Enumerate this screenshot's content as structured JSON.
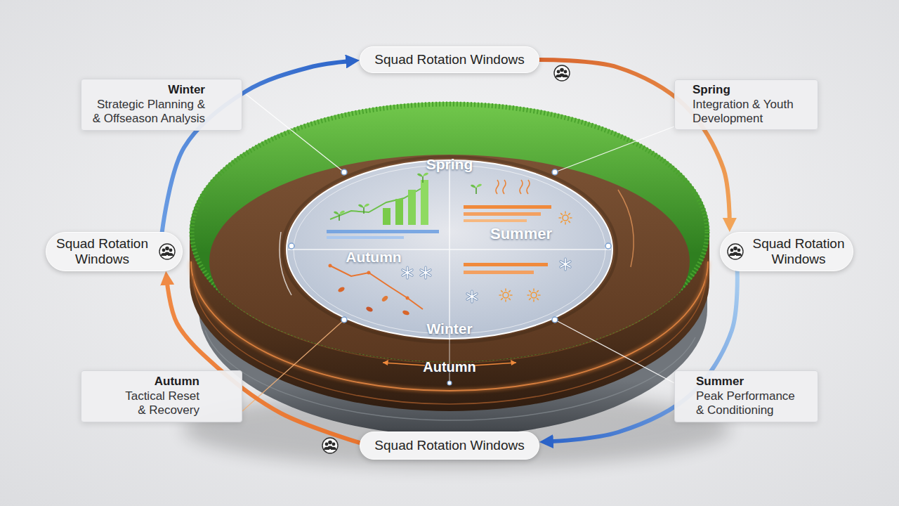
{
  "diagram": {
    "nodes": [
      {
        "text": [
          "Squad Rotation Windows"
        ]
      },
      {
        "text": [
          "Winter",
          "Strategic Planning & & Offseason Analysis"
        ]
      },
      {
        "text": [
          "Spring",
          "Integration & Youth Development"
        ]
      },
      {
        "text": [
          "Squad Rotation Windows"
        ]
      },
      {
        "text": [
          "Squad Rotation Windows"
        ]
      },
      {
        "text": [
          "Autumn",
          "Tactical Reset & Recovery"
        ]
      },
      {
        "text": [
          "Summer",
          "Peak Performance & Conditioning"
        ]
      },
      {
        "text": [
          "Squad Rotation Windows"
        ]
      }
    ],
    "edges": [
      {
        "from": 0,
        "to": 4,
        "arrow": "to"
      },
      {
        "from": 4,
        "to": 7,
        "arrow": "to"
      },
      {
        "from": 7,
        "to": 3,
        "arrow": "to"
      },
      {
        "from": 3,
        "to": 0,
        "arrow": "to"
      }
    ],
    "labels": [
      "Spring",
      "Summer",
      "Autumn",
      "Winter",
      "Autumn"
    ]
  }
}
